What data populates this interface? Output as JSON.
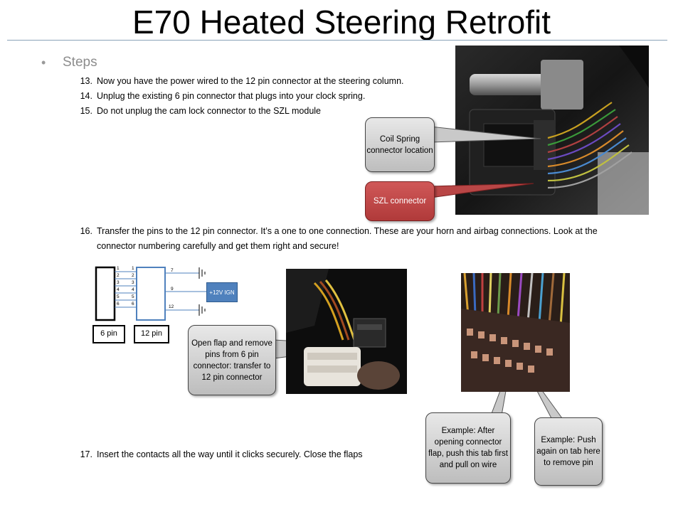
{
  "slide": {
    "title": "E70 Heated Steering Retrofit",
    "bullet_heading": "Steps",
    "steps": [
      {
        "num": "13.",
        "text": "Now you have the power wired to the 12 pin connector at the steering column."
      },
      {
        "num": "14.",
        "text": "Unplug the existing 6 pin connector that plugs into your clock spring."
      },
      {
        "num": "15.",
        "text": "Do not unplug the cam lock connector to the SZL module"
      },
      {
        "num": "16.",
        "text": "Transfer the pins to the 12 pin connector. It’s a one to one connection. These are your horn and airbag connections. Look at the connector numbering carefully and get them right and secure!"
      },
      {
        "num": "17.",
        "text": "Insert the contacts all the way until it clicks securely. Close the flaps"
      }
    ]
  },
  "callouts": {
    "coil_spring": "Coil  Spring connector location",
    "szl": "SZL connector",
    "open_flap": "Open flap and remove  pins from 6 pin connector: transfer to 12 pin connector",
    "example_tab": "Example: After opening connector flap, push this tab first and pull on wire",
    "example_push": "Example: Push again on tab here to remove pin"
  },
  "diagram": {
    "left_pins": [
      "1",
      "2",
      "3",
      "4",
      "5",
      "6"
    ],
    "right_pins": [
      "1",
      "2",
      "3",
      "4",
      "5",
      "6"
    ],
    "wire_labels": [
      "7",
      "9",
      "12"
    ],
    "ign_label": "+12V IGN",
    "label_6pin": "6 pin",
    "label_12pin": "12 pin"
  },
  "colors": {
    "rule": "#8aa3b8",
    "ign_box": "#4f81bd",
    "szl_callout": "#b03a3a",
    "gray_callout": "#d0d0d0"
  },
  "icons": {
    "bullet": "bullet-dot-icon",
    "ground": "ground-symbol-icon"
  }
}
